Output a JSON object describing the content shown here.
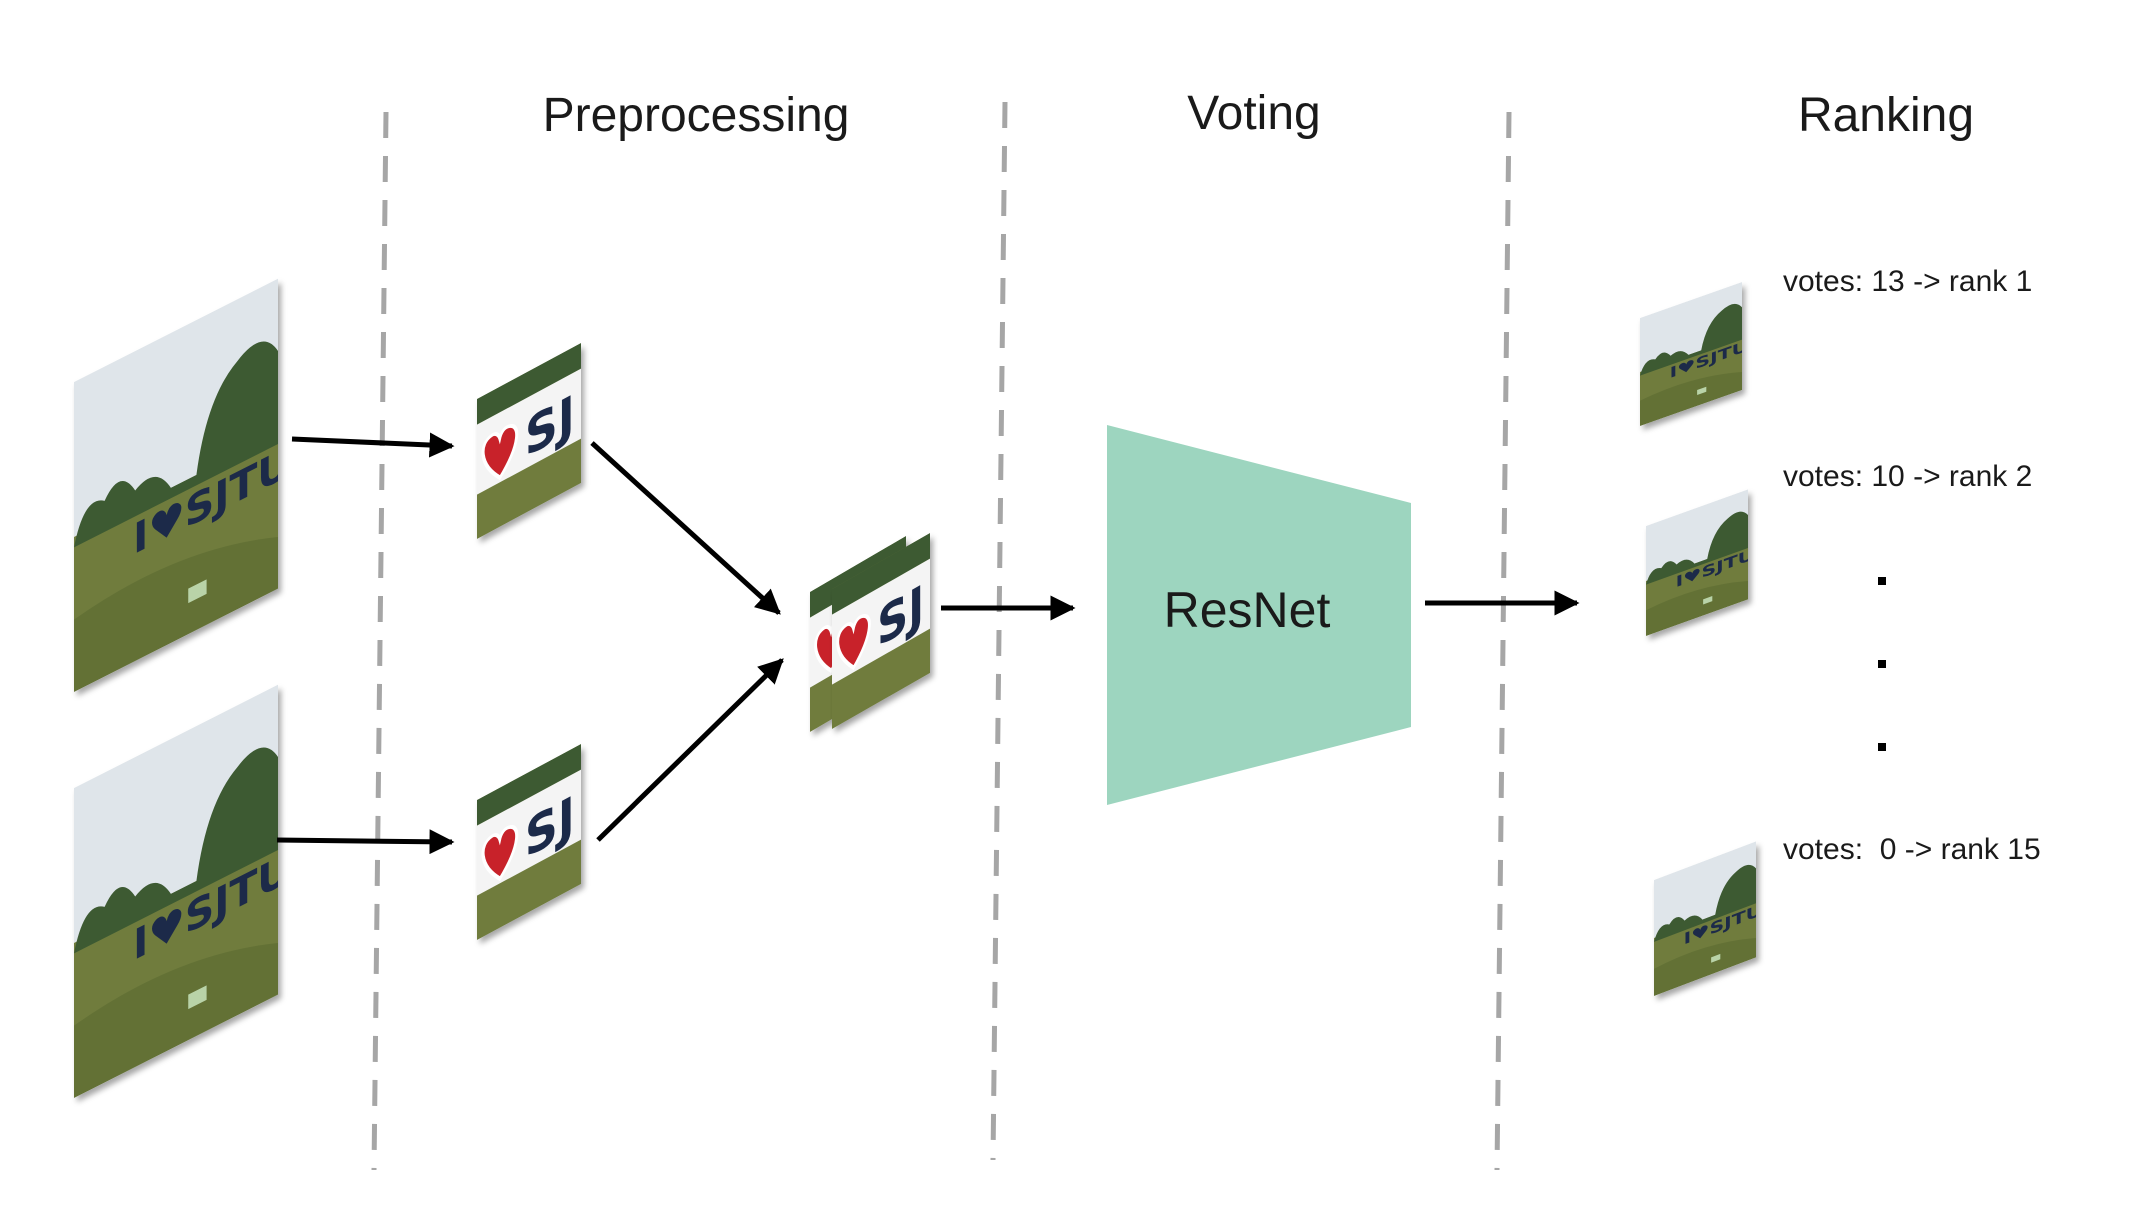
{
  "stages": {
    "preprocessing": "Preprocessing",
    "voting": "Voting",
    "ranking": "Ranking"
  },
  "network": {
    "label": "ResNet",
    "color": "#9dd5bf"
  },
  "photo": {
    "sign_text": "I♥SJTU",
    "crop_text": "SJ",
    "colors": {
      "sky": "#dfe5ea",
      "trees": "#3c5a33",
      "grass": "#6f7c3d",
      "grass_dark": "#58662f",
      "letters": "#1d2a4a",
      "heart": "#c8242b"
    }
  },
  "ranking": {
    "items": [
      {
        "votes_text": "votes: 13 -> rank 1"
      },
      {
        "votes_text": "votes: 10 -> rank 2"
      },
      {
        "votes_text": "votes:  0 -> rank 15"
      }
    ],
    "ellipsis": "· · ·"
  },
  "colors": {
    "divider": "#a6a6a6",
    "arrow": "#000000"
  }
}
